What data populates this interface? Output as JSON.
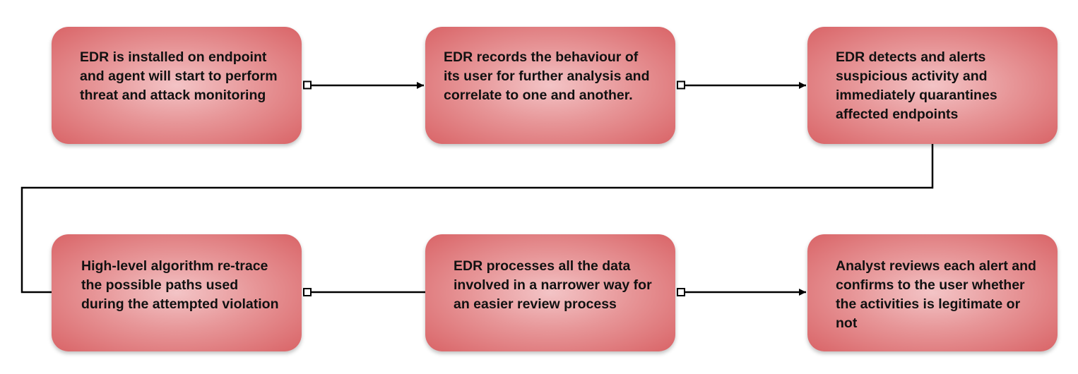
{
  "diagram": {
    "steps": [
      {
        "text": "EDR is installed on endpoint and agent will start to perform threat and attack monitoring"
      },
      {
        "text": "EDR records the behaviour of its user for further analysis and correlate to one and another."
      },
      {
        "text": "EDR detects and alerts suspicious activity and immediately quarantines affected endpoints"
      },
      {
        "text": "High-level algorithm re-trace the possible paths used during the attempted violation"
      },
      {
        "text": "EDR processes all the data involved in a narrower way for an easier review process"
      },
      {
        "text": "Analyst reviews each alert and confirms to the user whether the activities is legitimate or not"
      }
    ],
    "colors": {
      "box_fill_center": "#f3c4c6",
      "box_fill_edge": "#d96467",
      "connector": "#000000"
    }
  }
}
